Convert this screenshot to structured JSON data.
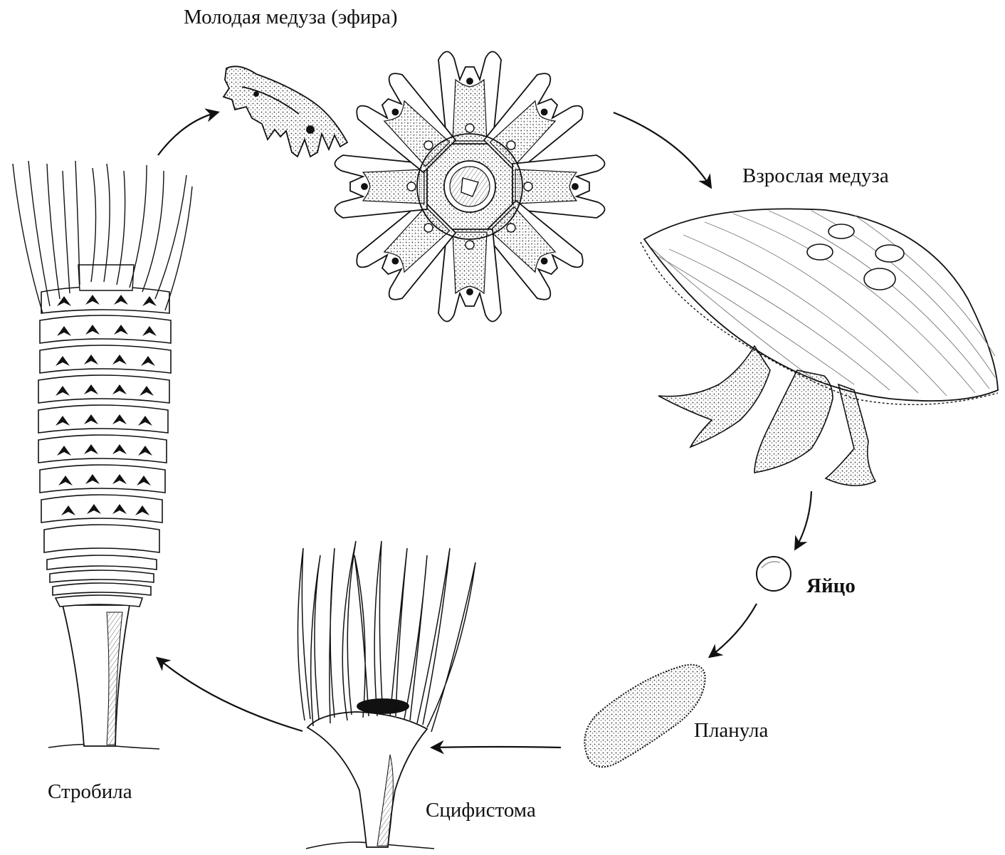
{
  "stages": {
    "ephyra": "Молодая медуза (эфира)",
    "adult": "Взрослая медуза",
    "egg": "Яйцо",
    "planula": "Планула",
    "scyphistoma": "Сцифистома",
    "strobila": "Стробила"
  },
  "colors": {
    "ink": "#111111",
    "background": "#ffffff",
    "stipple": "#555555"
  }
}
